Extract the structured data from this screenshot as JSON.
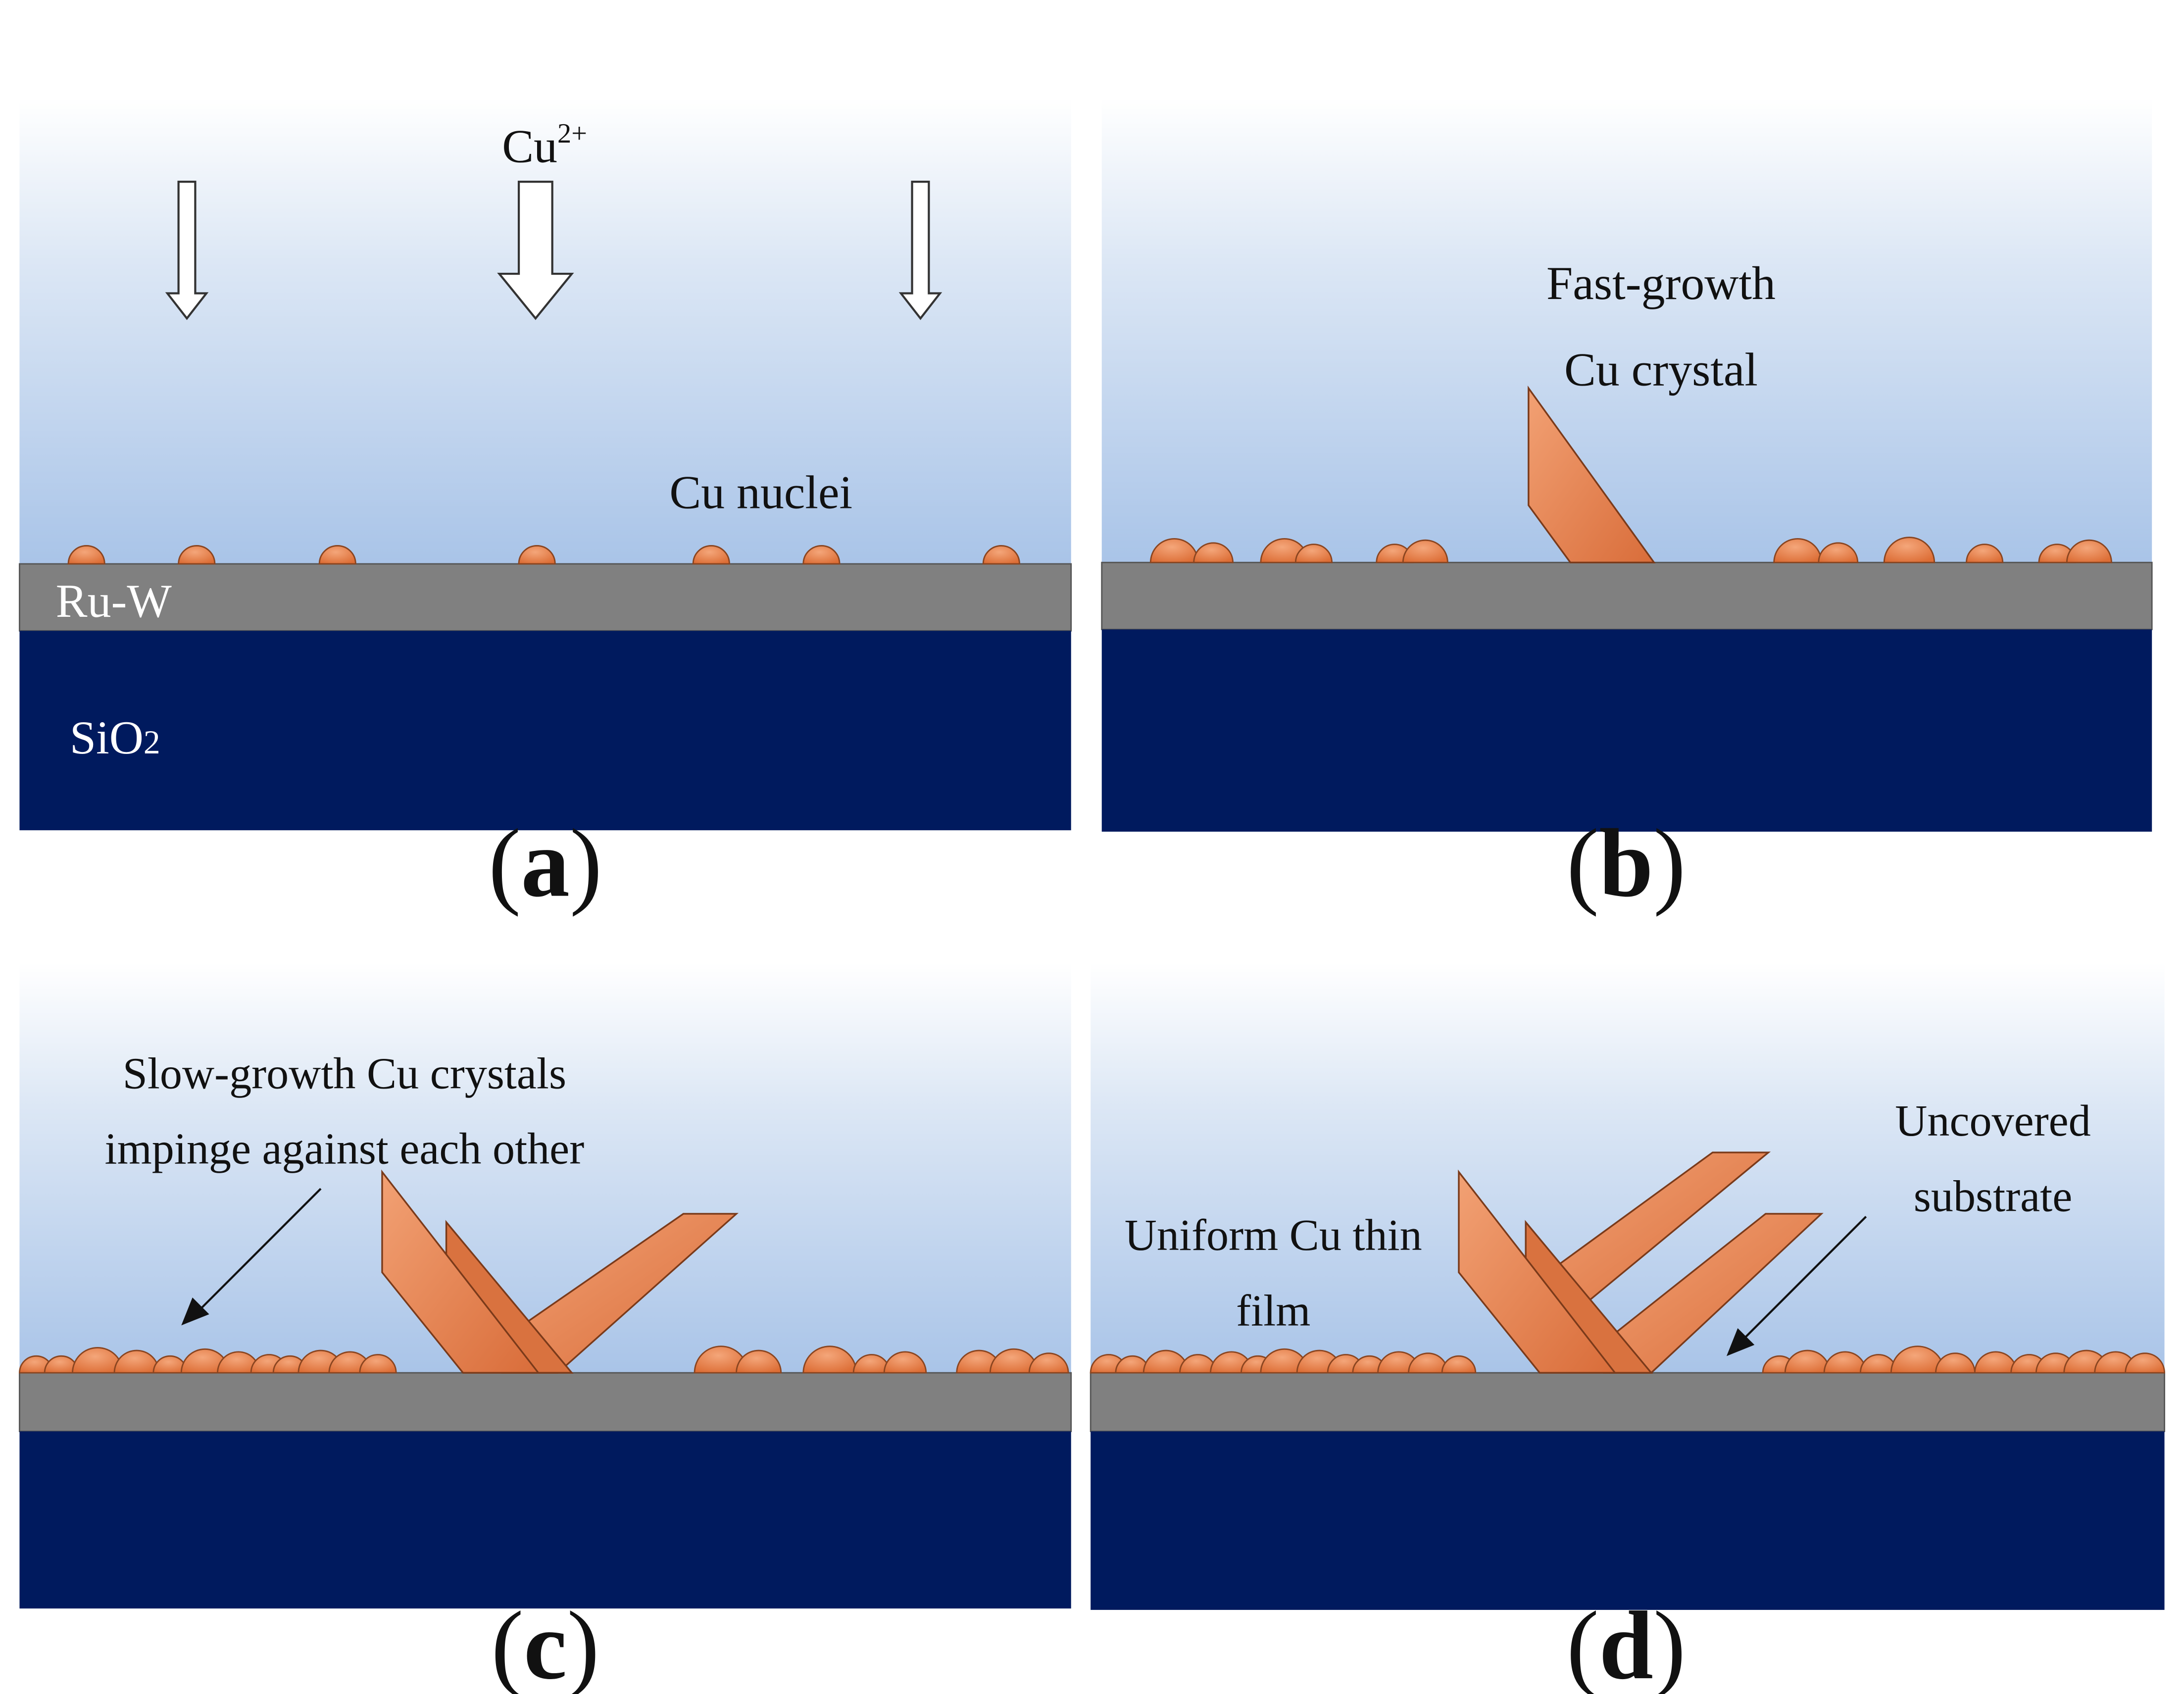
{
  "colors": {
    "solution_top": "#ffffff",
    "solution_bottom": "#a9c4e8",
    "ru_w_layer": "#808080",
    "sio2_layer": "#001a5e",
    "cu_crystal": "#e9834f",
    "cu_outline": "#7a3a1a"
  },
  "panels": {
    "a": {
      "caption_open": "(",
      "caption_letter": "a",
      "caption_close": ")",
      "ion_label_base": "Cu",
      "ion_label_sup": "2+",
      "nuclei_label": "Cu nuclei",
      "layer_label": "Ru-W",
      "substrate_label_base": "SiO",
      "substrate_label_sub": "2",
      "icons": [
        "down-arrow-icon",
        "down-arrow-icon",
        "down-arrow-icon"
      ]
    },
    "b": {
      "caption_open": "(",
      "caption_letter": "b",
      "caption_close": ")",
      "crystal_label_line1": "Fast-growth",
      "crystal_label_line2": "Cu crystal"
    },
    "c": {
      "caption_open": "(",
      "caption_letter": "c",
      "caption_close": ")",
      "annotation_line1": "Slow-growth Cu crystals",
      "annotation_line2": "impinge against each other"
    },
    "d": {
      "caption_open": "(",
      "caption_letter": "d",
      "caption_close": ")",
      "film_label_line1": "Uniform Cu thin",
      "film_label_line2": "film",
      "uncovered_label_line1": "Uncovered",
      "uncovered_label_line2": "substrate"
    }
  }
}
